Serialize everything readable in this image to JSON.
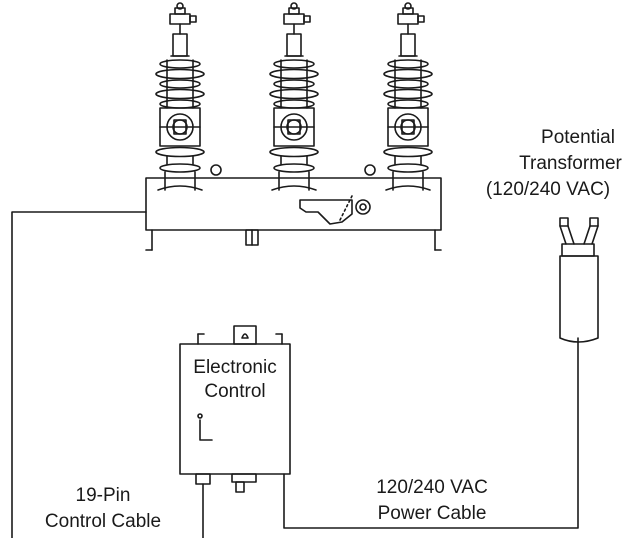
{
  "labels": {
    "pt_line1": "Potential",
    "pt_line2": "Transformer",
    "pt_line3": "(120/240 VAC)",
    "ec_line1": "Electronic",
    "ec_line2": "Control",
    "cc_line1": "19-Pin",
    "cc_line2": "Control Cable",
    "pc_line1": "120/240 VAC",
    "pc_line2": "Power Cable"
  },
  "colors": {
    "line": "#1a1a1a",
    "fill": "#ffffff"
  },
  "icons": [
    "recloser-bushing-icon",
    "potential-transformer-icon",
    "electronic-control-cabinet-icon"
  ]
}
